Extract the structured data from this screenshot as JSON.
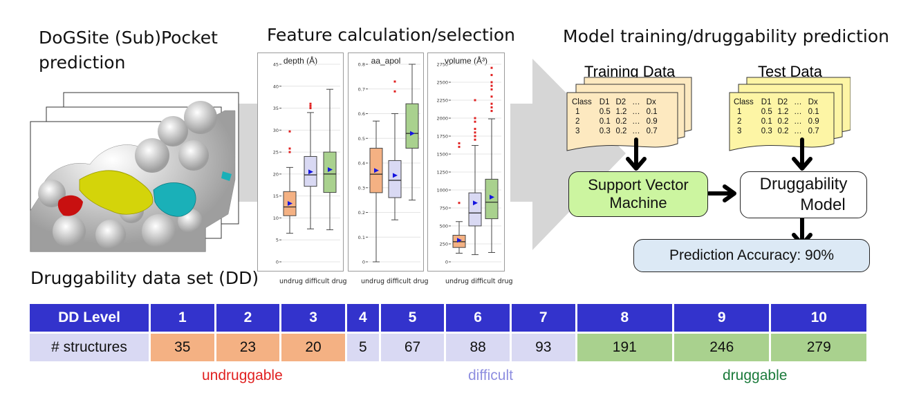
{
  "titles": {
    "pocket": "DoGSite (Sub)Pocket",
    "pocket2": "prediction",
    "feature": "Feature calculation/selection",
    "model": "Model training/druggability prediction",
    "dataset": "Druggability data set (DD)"
  },
  "chart_data": [
    {
      "type": "box",
      "title": "depth (Å)",
      "categories": [
        "undrug",
        "difficult",
        "drug"
      ],
      "ylim": [
        0,
        45
      ],
      "yticks": [
        0,
        5,
        10,
        15,
        20,
        25,
        30,
        35,
        40,
        45
      ],
      "boxes": [
        {
          "whisker_low": 6.5,
          "q1": 10.5,
          "median": 12.5,
          "q3": 16,
          "whisker_high": 21.5,
          "mean": 13.3,
          "outliers": [
            25,
            25.8,
            29.7
          ],
          "color": "#f4b183"
        },
        {
          "whisker_low": 7.5,
          "q1": 17.2,
          "median": 19.8,
          "q3": 24,
          "whisker_high": 34,
          "mean": 20.5,
          "outliers": [
            35,
            35.5,
            36
          ],
          "color": "#d9d9f3"
        },
        {
          "whisker_low": 7.3,
          "q1": 15.8,
          "median": 20,
          "q3": 25,
          "whisker_high": 39.3,
          "mean": 21,
          "outliers": [],
          "color": "#a9d18e"
        }
      ]
    },
    {
      "type": "box",
      "title": "aa_apol",
      "categories": [
        "undrug",
        "difficult",
        "drug"
      ],
      "ylim": [
        0,
        0.8
      ],
      "yticks": [
        0,
        0.1,
        0.2,
        0.3,
        0.4,
        0.5,
        0.6,
        0.7,
        0.8
      ],
      "boxes": [
        {
          "whisker_low": 0,
          "q1": 0.28,
          "median": 0.355,
          "q3": 0.46,
          "whisker_high": 0.57,
          "mean": 0.37,
          "outliers": [],
          "color": "#f4b183"
        },
        {
          "whisker_low": 0.17,
          "q1": 0.26,
          "median": 0.33,
          "q3": 0.41,
          "whisker_high": 0.6,
          "mean": 0.35,
          "outliers": [
            0.69,
            0.73
          ],
          "color": "#d9d9f3"
        },
        {
          "whisker_low": 0.25,
          "q1": 0.46,
          "median": 0.52,
          "q3": 0.64,
          "whisker_high": 0.8,
          "mean": 0.52,
          "outliers": [],
          "color": "#a9d18e"
        }
      ]
    },
    {
      "type": "box",
      "title": "volume (Å³)",
      "categories": [
        "undrug",
        "difficult",
        "drug"
      ],
      "ylim": [
        0,
        2750
      ],
      "yticks": [
        0,
        250,
        500,
        750,
        1000,
        1250,
        1500,
        1750,
        2000,
        2250,
        2500,
        2750
      ],
      "boxes": [
        {
          "whisker_low": 120,
          "q1": 200,
          "median": 280,
          "q3": 370,
          "whisker_high": 560,
          "mean": 300,
          "outliers": [
            820,
            1600,
            1650
          ],
          "color": "#f4b183"
        },
        {
          "whisker_low": 100,
          "q1": 500,
          "median": 680,
          "q3": 960,
          "whisker_high": 1620,
          "mean": 820,
          "outliers": [
            1700,
            1750,
            1800,
            1850,
            1950,
            2000,
            2250
          ],
          "color": "#d9d9f3"
        },
        {
          "whisker_low": 130,
          "q1": 600,
          "median": 830,
          "q3": 1150,
          "whisker_high": 1990,
          "mean": 900,
          "outliers": [
            2100,
            2150,
            2200,
            2300,
            2400,
            2450,
            2500,
            2600,
            2700
          ],
          "color": "#a9d18e"
        }
      ]
    }
  ],
  "xlabels": {
    "undrug": "undrug",
    "difficult": "difficult",
    "drug": "drug"
  },
  "training": {
    "label": "Training Data",
    "header": [
      "Class",
      "D1",
      "D2",
      "…",
      "Dx"
    ],
    "rows": [
      [
        "1",
        "0.5",
        "1.2",
        "…",
        "0.1"
      ],
      [
        "2",
        "0.1",
        "0.2",
        "…",
        "0.9"
      ],
      [
        "3",
        "0.3",
        "0.2",
        "…",
        "0.7"
      ]
    ]
  },
  "test": {
    "label": "Test Data",
    "header": [
      "Class",
      "D1",
      "D2",
      "…",
      "Dx"
    ],
    "rows": [
      [
        "1",
        "0.5",
        "1.2",
        "…",
        "0.1"
      ],
      [
        "2",
        "0.1",
        "0.2",
        "…",
        "0.9"
      ],
      [
        "3",
        "0.3",
        "0.2",
        "…",
        "0.7"
      ]
    ]
  },
  "svm": {
    "line1": "Support Vector",
    "line2": "Machine"
  },
  "dmodel": {
    "line1": "Druggability",
    "line2": "Model"
  },
  "accuracy": "Prediction Accuracy: 90%",
  "dd_table": {
    "level_label": "DD Level",
    "structures_label": "# structures",
    "levels": [
      "1",
      "2",
      "3",
      "4",
      "5",
      "6",
      "7",
      "8",
      "9",
      "10"
    ],
    "counts": [
      "35",
      "23",
      "20",
      "5",
      "67",
      "88",
      "93",
      "191",
      "246",
      "279"
    ]
  },
  "categories": {
    "undruggable": "undruggable",
    "difficult": "difficult",
    "druggable": "druggable"
  },
  "colors": {
    "header": "#3333cc",
    "undruggable": "#f4b183",
    "difficult": "#d9d9f3",
    "druggable": "#a9d18e",
    "undrug_text": "#e02020",
    "difficult_text": "#8e8ee0",
    "drug_text": "#1a7a3a",
    "svm": "#ccf5a0",
    "accuracy": "#dce9f5"
  }
}
